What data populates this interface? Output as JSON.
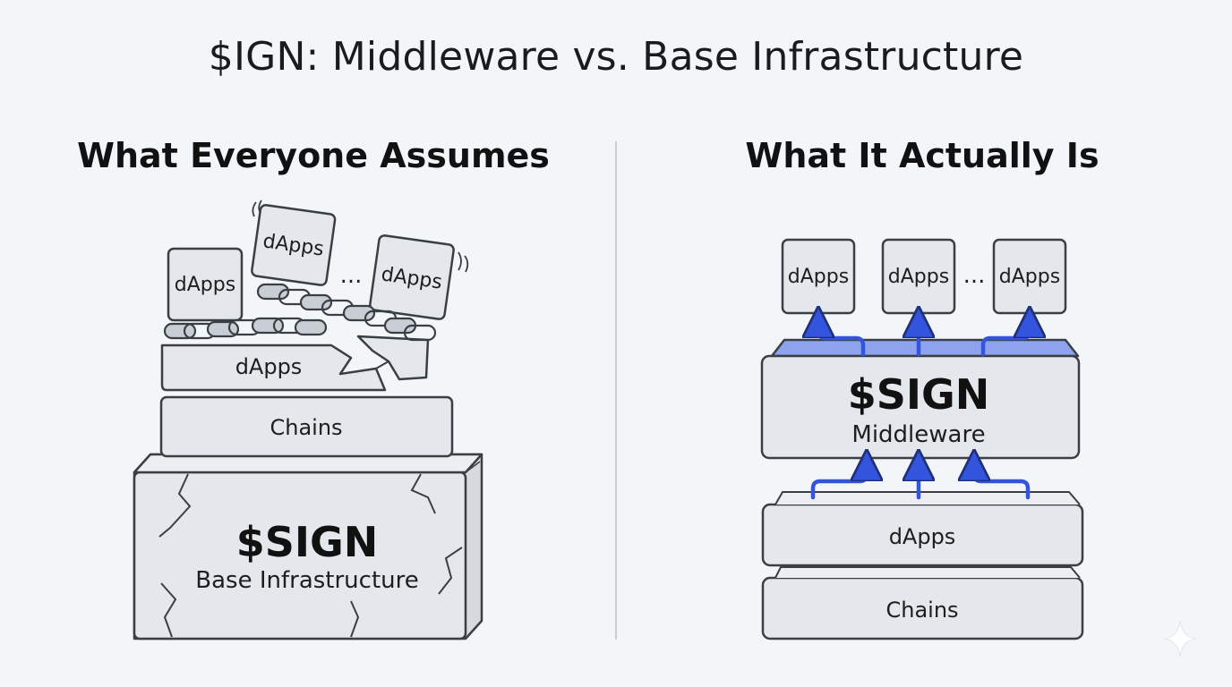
{
  "title": "$IGN: Middleware vs. Base Infrastructure",
  "left_panel": {
    "heading": "What Everyone Assumes",
    "dapps_boxes": [
      "dApps",
      "dApps",
      "dApps"
    ],
    "ellipsis": "...",
    "layers": [
      "dApps",
      "Chains"
    ],
    "base": {
      "title": "$SIGN",
      "subtitle": "Base Infrastructure"
    }
  },
  "right_panel": {
    "heading": "What It Actually Is",
    "dapps_boxes": [
      "dApps",
      "dApps",
      "dApps"
    ],
    "ellipsis": "...",
    "middleware": {
      "title": "$SIGN",
      "subtitle": "Middleware"
    },
    "layers": [
      "dApps",
      "Chains"
    ]
  },
  "colors": {
    "background": "#f3f6f9",
    "block_fill": "#e4e7eb",
    "outline": "#3a3f45",
    "arrow_blue": "#3355dd",
    "middleware_top": "#8ea3ee"
  }
}
